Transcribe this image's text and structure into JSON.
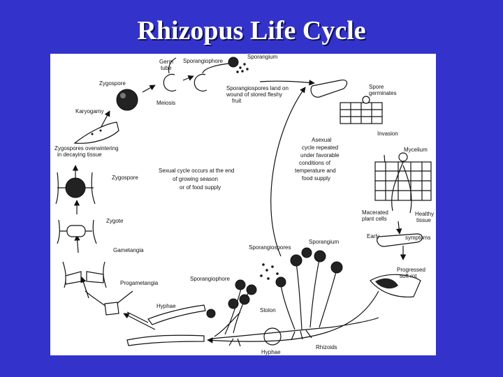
{
  "title": "Rhizopus Life Cycle",
  "labels": {
    "germ_tube_1": "Germ",
    "germ_tube_2": "tube",
    "sporangiophore_top": "Sporangiophore",
    "sporangium_top": "Sporangium",
    "zygospore_top": "Zygospore",
    "meiosis": "Meiosis",
    "spores_land_1": "Sporangiospores  land  on",
    "spores_land_2": "wound  of  stored  fleshy",
    "spores_land_3": "fruit",
    "karyogamy": "Karyogamy",
    "overwinter_1": "Zygospores  overwintering",
    "overwinter_2": "in  decaying  tissue",
    "spore_germinates_1": "Spore",
    "spore_germinates_2": "germinates",
    "invasion": "Invasion",
    "mycelium": "Mycelium",
    "asexual_1": "Asexual",
    "asexual_2": "cycle  repeated",
    "asexual_3": "under  favorable",
    "asexual_4": "conditions    of",
    "asexual_5": "temperature    and",
    "asexual_6": "food  supply",
    "sexual_1": "Sexual  cycle  occurs at the end",
    "sexual_2": "of  growing  season",
    "sexual_3": "or of food    supply",
    "zygospore_mid": "Zygospore",
    "zygote": "Zygote",
    "macerated_1": "Macerated",
    "macerated_2": "plant  cells",
    "healthy_1": "Healthy",
    "healthy_2": "tissue",
    "early": "Early",
    "symptoms": "symptoms",
    "gametangia": "Gametangia",
    "sporangiospores_bottom": "Sporangiospores",
    "sporangium_bottom": "Sporangium",
    "progressed_1": "Progressed",
    "progressed_2": "soft rot",
    "progametangia": "Progametangia",
    "sporangiophore_bottom": "Sporangiophore",
    "hyphae_left": "Hyphae",
    "stolon": "Stolon",
    "rhizoids": "Rhizoids",
    "hyphae_bottom": "Hyphae"
  }
}
